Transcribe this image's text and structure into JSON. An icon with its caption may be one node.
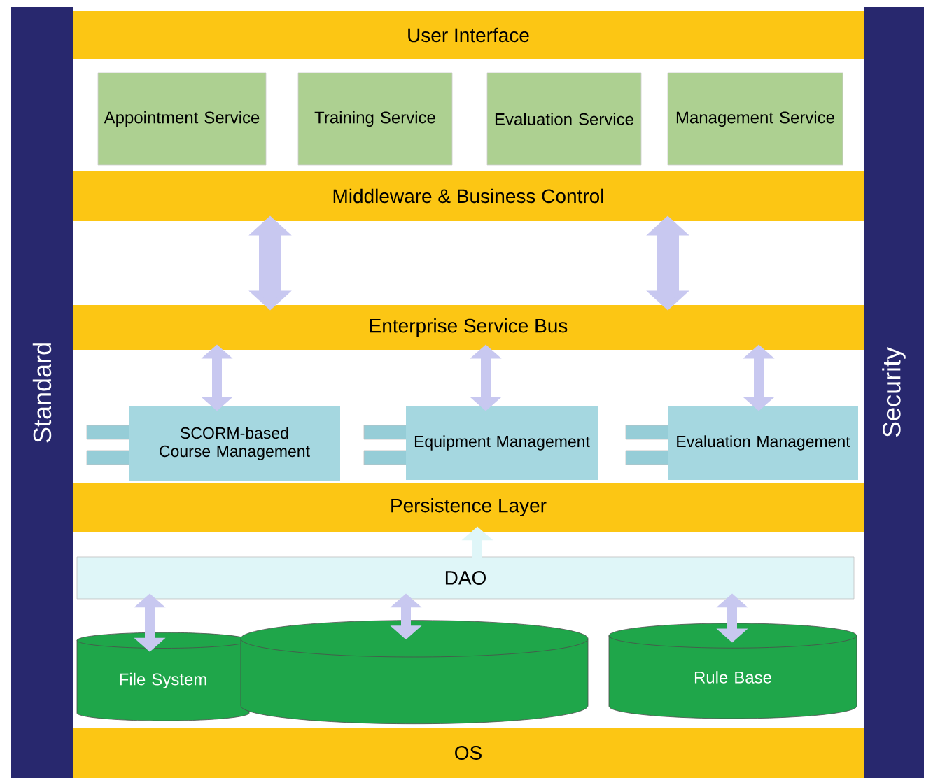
{
  "diagram": {
    "nodes": [
      {
        "text": [
          "Standard"
        ]
      },
      {
        "text": [
          "Security"
        ]
      },
      {
        "text": [
          "User Interface"
        ]
      },
      {
        "text": [
          "Appointment Service"
        ]
      },
      {
        "text": [
          "Training Service"
        ]
      },
      {
        "text": [
          "Evaluation Service"
        ]
      },
      {
        "text": [
          "Management Service"
        ]
      },
      {
        "text": [
          "Middleware & Business Control"
        ]
      },
      {
        "text": [
          "Enterprise Service Bus"
        ]
      },
      {
        "text": [
          "SCORM-based Course Management"
        ]
      },
      {
        "text": [
          "Equipment Management"
        ]
      },
      {
        "text": [
          "Evaluation Management"
        ]
      },
      {
        "text": [
          "Persistence Layer"
        ]
      },
      {
        "text": [
          "DAO"
        ]
      },
      {
        "text": [
          "File System"
        ]
      },
      {
        "text": [],
        "shape": "cylinder"
      },
      {
        "text": [
          "Rule Base"
        ]
      },
      {
        "text": [
          "OS"
        ]
      }
    ],
    "edges": [
      {
        "from": 7,
        "to": 8,
        "arrow": "both",
        "style": "thick"
      },
      {
        "from": 7,
        "to": 8,
        "arrow": "both",
        "style": "thick"
      },
      {
        "from": 8,
        "to": 9,
        "arrow": "both"
      },
      {
        "from": 8,
        "to": 10,
        "arrow": "both"
      },
      {
        "from": 8,
        "to": 11,
        "arrow": "both"
      },
      {
        "from": 13,
        "to": 12,
        "arrow": "to",
        "color": "#dff6f8"
      },
      {
        "from": 13,
        "to": 14,
        "arrow": "both"
      },
      {
        "from": 13,
        "to": 15,
        "arrow": "both"
      },
      {
        "from": 13,
        "to": 16,
        "arrow": "both"
      }
    ]
  }
}
